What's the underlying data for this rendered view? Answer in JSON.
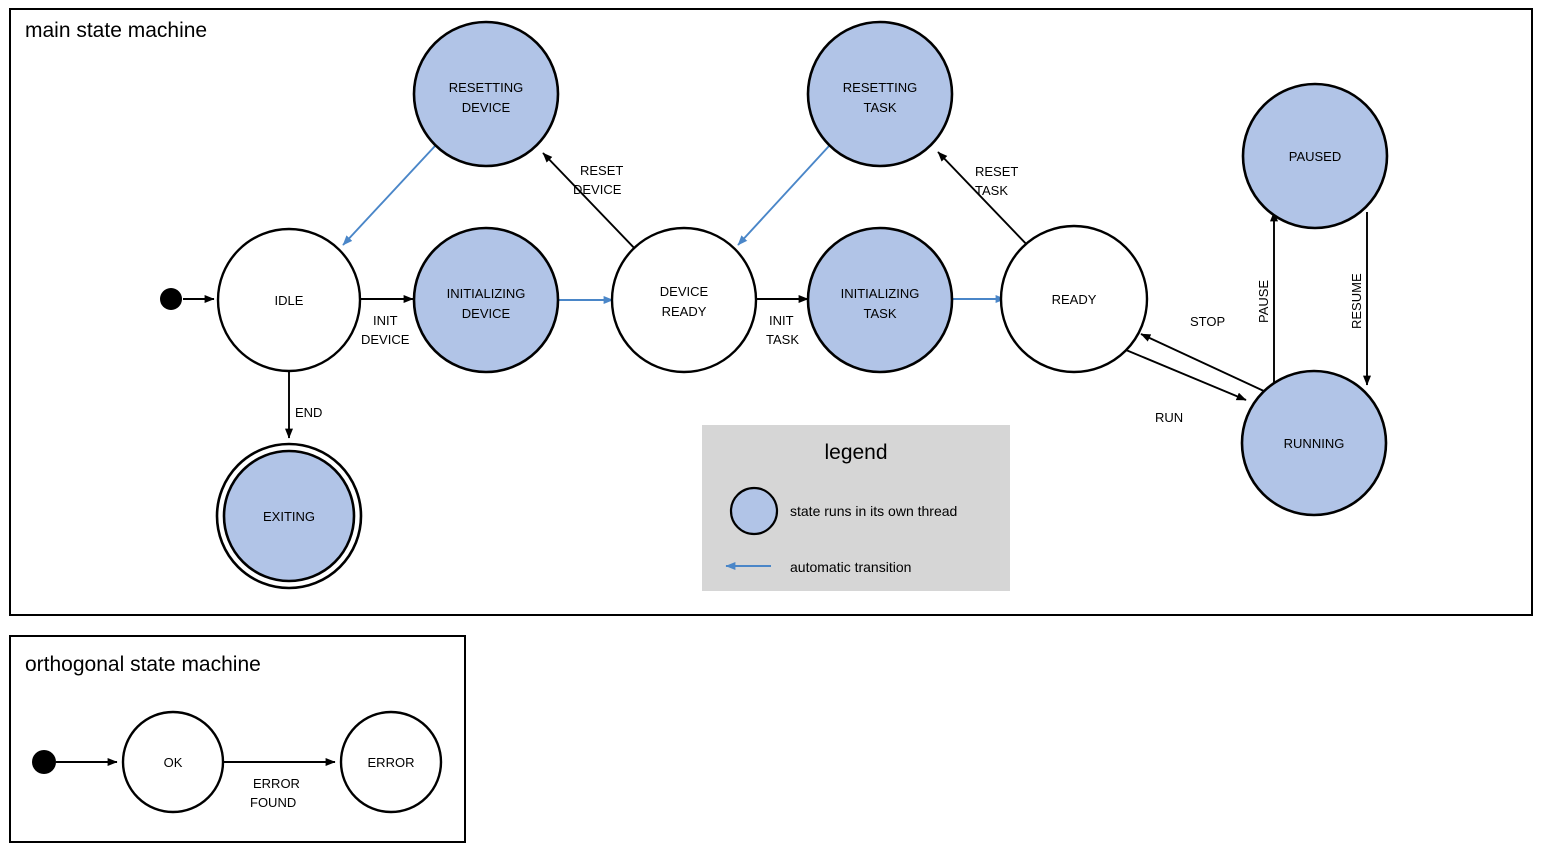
{
  "diagram": {
    "type": "uml-state-machine",
    "background": "#ffffff",
    "colors": {
      "thread_state_fill": "#b1c4e7",
      "plain_state_fill": "#ffffff",
      "stroke": "#000000",
      "auto_transition": "#4a86c8",
      "legend_background": "#d6d6d6"
    },
    "frames": [
      {
        "id": "main",
        "title": "main state machine"
      },
      {
        "id": "orthogonal",
        "title": "orthogonal state machine"
      }
    ],
    "states": [
      {
        "id": "start_main",
        "label": "",
        "kind": "initial",
        "thread": false
      },
      {
        "id": "idle",
        "label": "IDLE",
        "kind": "simple",
        "thread": false
      },
      {
        "id": "resetting_device",
        "label_line1": "RESETTING",
        "label_line2": "DEVICE",
        "kind": "simple",
        "thread": true
      },
      {
        "id": "initializing_device",
        "label_line1": "INITIALIZING",
        "label_line2": "DEVICE",
        "kind": "simple",
        "thread": true
      },
      {
        "id": "device_ready",
        "label_line1": "DEVICE",
        "label_line2": "READY",
        "kind": "simple",
        "thread": false
      },
      {
        "id": "resetting_task",
        "label_line1": "RESETTING",
        "label_line2": "TASK",
        "kind": "simple",
        "thread": true
      },
      {
        "id": "initializing_task",
        "label_line1": "INITIALIZING",
        "label_line2": "TASK",
        "kind": "simple",
        "thread": true
      },
      {
        "id": "ready",
        "label": "READY",
        "kind": "simple",
        "thread": false
      },
      {
        "id": "paused",
        "label": "PAUSED",
        "kind": "simple",
        "thread": true
      },
      {
        "id": "running",
        "label": "RUNNING",
        "kind": "simple",
        "thread": true
      },
      {
        "id": "exiting",
        "label": "EXITING",
        "kind": "final",
        "thread": true
      },
      {
        "id": "start_ortho",
        "label": "",
        "kind": "initial",
        "thread": false
      },
      {
        "id": "ok",
        "label": "OK",
        "kind": "simple",
        "thread": false
      },
      {
        "id": "error",
        "label": "ERROR",
        "kind": "simple",
        "thread": false
      }
    ],
    "transitions": [
      {
        "from": "start_main",
        "to": "idle",
        "label": "",
        "auto": false
      },
      {
        "from": "idle",
        "to": "initializing_device",
        "label_line1": "INIT",
        "label_line2": "DEVICE",
        "auto": false
      },
      {
        "from": "initializing_device",
        "to": "device_ready",
        "label": "",
        "auto": true
      },
      {
        "from": "device_ready",
        "to": "resetting_device",
        "label_line1": "RESET",
        "label_line2": "DEVICE",
        "auto": false
      },
      {
        "from": "resetting_device",
        "to": "idle",
        "label": "",
        "auto": true
      },
      {
        "from": "idle",
        "to": "exiting",
        "label": "END",
        "auto": false
      },
      {
        "from": "device_ready",
        "to": "initializing_task",
        "label_line1": "INIT",
        "label_line2": "TASK",
        "auto": false
      },
      {
        "from": "initializing_task",
        "to": "ready",
        "label": "",
        "auto": true
      },
      {
        "from": "ready",
        "to": "resetting_task",
        "label_line1": "RESET",
        "label_line2": "TASK",
        "auto": false
      },
      {
        "from": "resetting_task",
        "to": "device_ready",
        "label": "",
        "auto": true
      },
      {
        "from": "ready",
        "to": "running",
        "label": "RUN",
        "auto": false
      },
      {
        "from": "running",
        "to": "ready",
        "label": "STOP",
        "auto": false
      },
      {
        "from": "running",
        "to": "paused",
        "label": "PAUSE",
        "auto": false
      },
      {
        "from": "paused",
        "to": "running",
        "label": "RESUME",
        "auto": false
      },
      {
        "from": "start_ortho",
        "to": "ok",
        "label": "",
        "auto": false
      },
      {
        "from": "ok",
        "to": "error",
        "label_line1": "ERROR",
        "label_line2": "FOUND",
        "auto": false
      }
    ],
    "legend": {
      "title": "legend",
      "items": [
        {
          "symbol": "filled-circle",
          "label": "state runs in its own thread"
        },
        {
          "symbol": "blue-arrow",
          "label": "automatic transition"
        }
      ]
    },
    "labels": {
      "main_title": "main state machine",
      "ortho_title": "orthogonal state machine",
      "idle": "IDLE",
      "resetting_device_1": "RESETTING",
      "resetting_device_2": "DEVICE",
      "initializing_device_1": "INITIALIZING",
      "initializing_device_2": "DEVICE",
      "device_ready_1": "DEVICE",
      "device_ready_2": "READY",
      "resetting_task_1": "RESETTING",
      "resetting_task_2": "TASK",
      "initializing_task_1": "INITIALIZING",
      "initializing_task_2": "TASK",
      "ready": "READY",
      "paused": "PAUSED",
      "running": "RUNNING",
      "exiting": "EXITING",
      "ok": "OK",
      "error": "ERROR",
      "t_init_device_1": "INIT",
      "t_init_device_2": "DEVICE",
      "t_reset_device_1": "RESET",
      "t_reset_device_2": "DEVICE",
      "t_init_task_1": "INIT",
      "t_init_task_2": "TASK",
      "t_reset_task_1": "RESET",
      "t_reset_task_2": "TASK",
      "t_end": "END",
      "t_run": "RUN",
      "t_stop": "STOP",
      "t_pause": "PAUSE",
      "t_resume": "RESUME",
      "t_error_found_1": "ERROR",
      "t_error_found_2": "FOUND",
      "legend_title": "legend",
      "legend_thread": "state runs in its own thread",
      "legend_auto": "automatic transition"
    }
  }
}
